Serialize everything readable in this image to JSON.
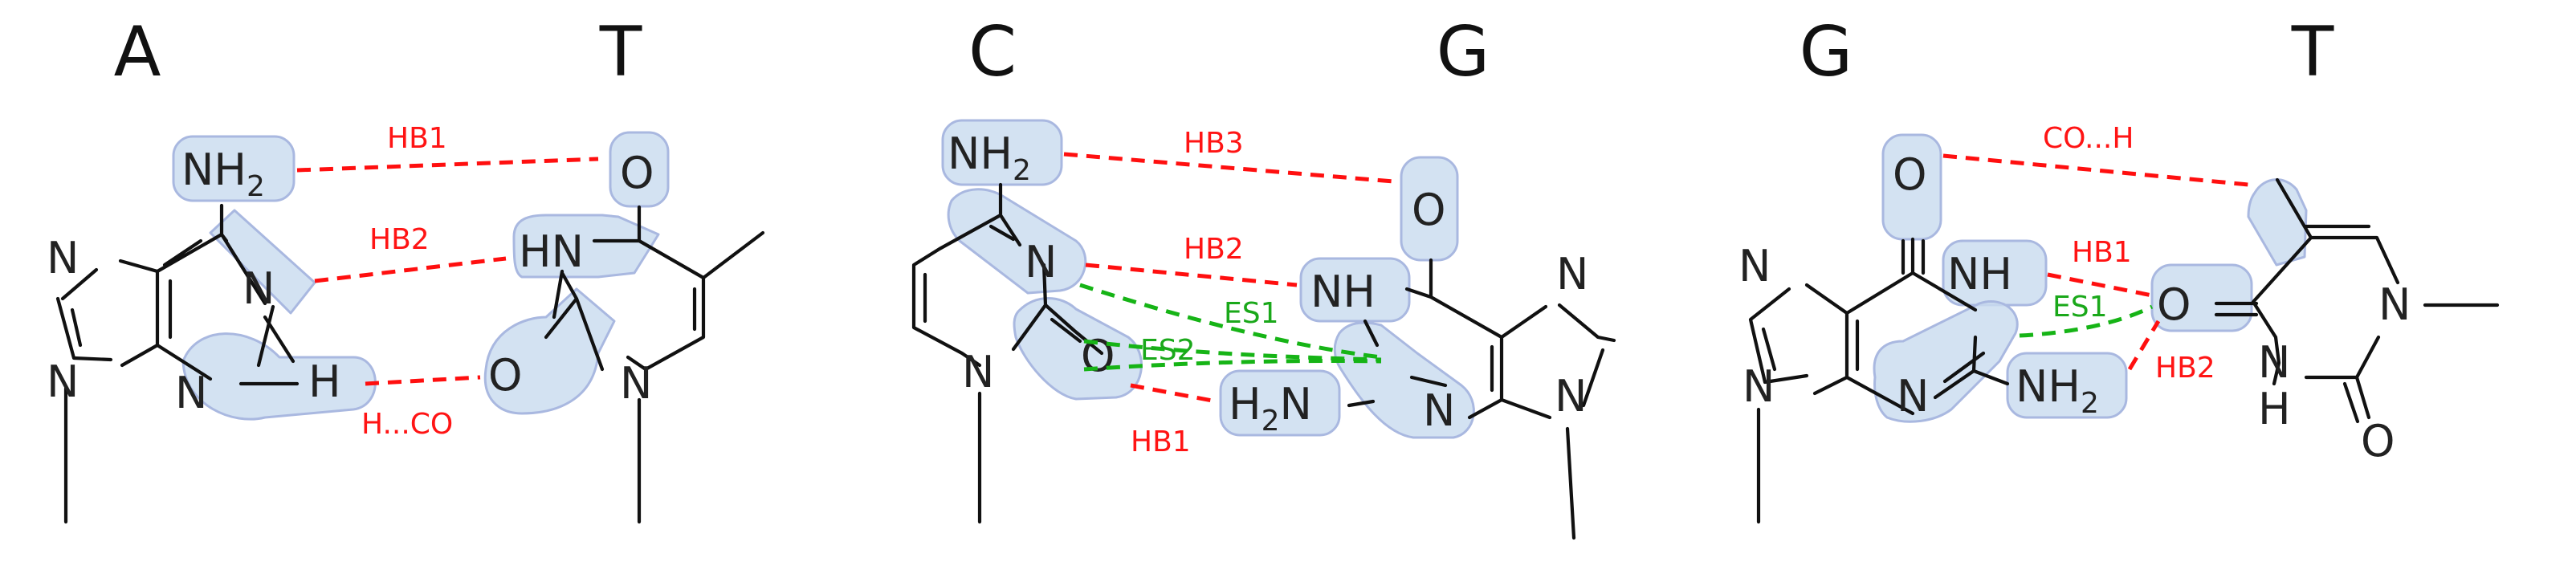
{
  "pairs": [
    {
      "left_base": "A",
      "right_base": "T",
      "atoms": {
        "nh2": "NH",
        "nh2_sub": "2",
        "n_top": "N",
        "n_mid": "N",
        "n_bot": "N",
        "n_left": "N",
        "h": "H",
        "o_top": "O",
        "hn": "HN",
        "o_bot": "O",
        "n_ring": "N"
      },
      "interactions": {
        "hb1": "HB1",
        "hb2": "HB2",
        "hco": "H...CO"
      }
    },
    {
      "left_base": "C",
      "right_base": "G",
      "atoms": {
        "nh2": "NH",
        "nh2_sub": "2",
        "n3": "N",
        "o2": "O",
        "n1": "N",
        "o6": "O",
        "nh": "NH",
        "n7": "N",
        "h2n": "H",
        "h2n_sub": "2",
        "h2n_n": "N",
        "n3g": "N",
        "n9": "N"
      },
      "interactions": {
        "hb3": "HB3",
        "hb2": "HB2",
        "hb1": "HB1",
        "es1": "ES1",
        "es2": "ES2"
      }
    },
    {
      "left_base": "G",
      "right_base": "T",
      "atoms": {
        "o6": "O",
        "n7": "N",
        "nh": "NH",
        "n9": "N",
        "n3": "N",
        "nh2": "NH",
        "nh2_sub": "2",
        "o4": "O",
        "n1": "N",
        "nh3": "N",
        "h3": "H",
        "o2": "O"
      },
      "interactions": {
        "co_h": "CO...H",
        "hb1": "HB1",
        "hb2": "HB2",
        "es1": "ES1"
      }
    }
  ],
  "colors": {
    "hydrogen_bond": "#ff1414",
    "electrostatic": "#16b416",
    "highlight": "#c9dcef"
  }
}
